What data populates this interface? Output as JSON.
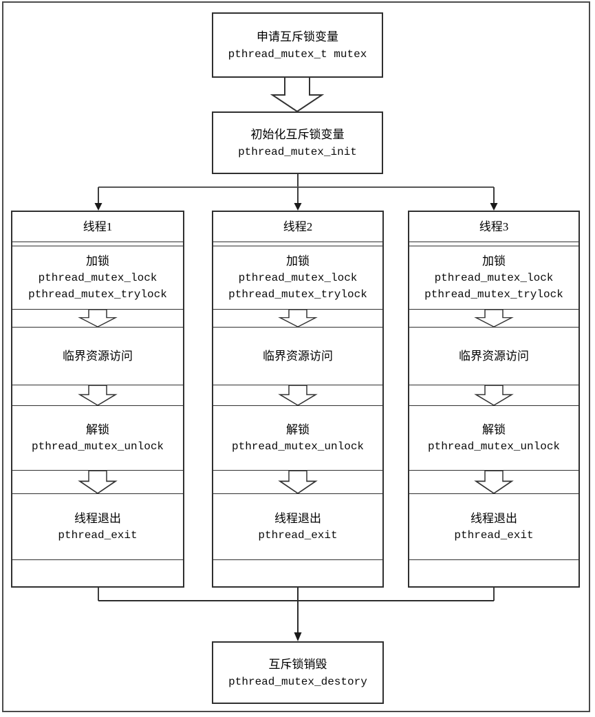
{
  "top": {
    "declare": {
      "label": "申请互斥锁变量",
      "code": "pthread_mutex_t mutex"
    },
    "init": {
      "label": "初始化互斥锁变量",
      "code": "pthread_mutex_init"
    }
  },
  "threads": [
    {
      "label": "线程1"
    },
    {
      "label": "线程2"
    },
    {
      "label": "线程3"
    }
  ],
  "steps": {
    "lock": {
      "label": "加锁",
      "codes": [
        "pthread_mutex_lock",
        "pthread_mutex_trylock"
      ]
    },
    "critical": {
      "label": "临界资源访问"
    },
    "unlock": {
      "label": "解锁",
      "code": "pthread_mutex_unlock"
    },
    "exit": {
      "label": "线程退出",
      "code": "pthread_exit"
    }
  },
  "destroy": {
    "label": "互斥锁销毁",
    "code": "pthread_mutex_destory"
  },
  "colors": {
    "background": "#ffffff",
    "box_border": "#2f2f2f",
    "connector_line": "#3c3c3c",
    "arrowhead": "#1a1a1a",
    "text": "#000000"
  }
}
